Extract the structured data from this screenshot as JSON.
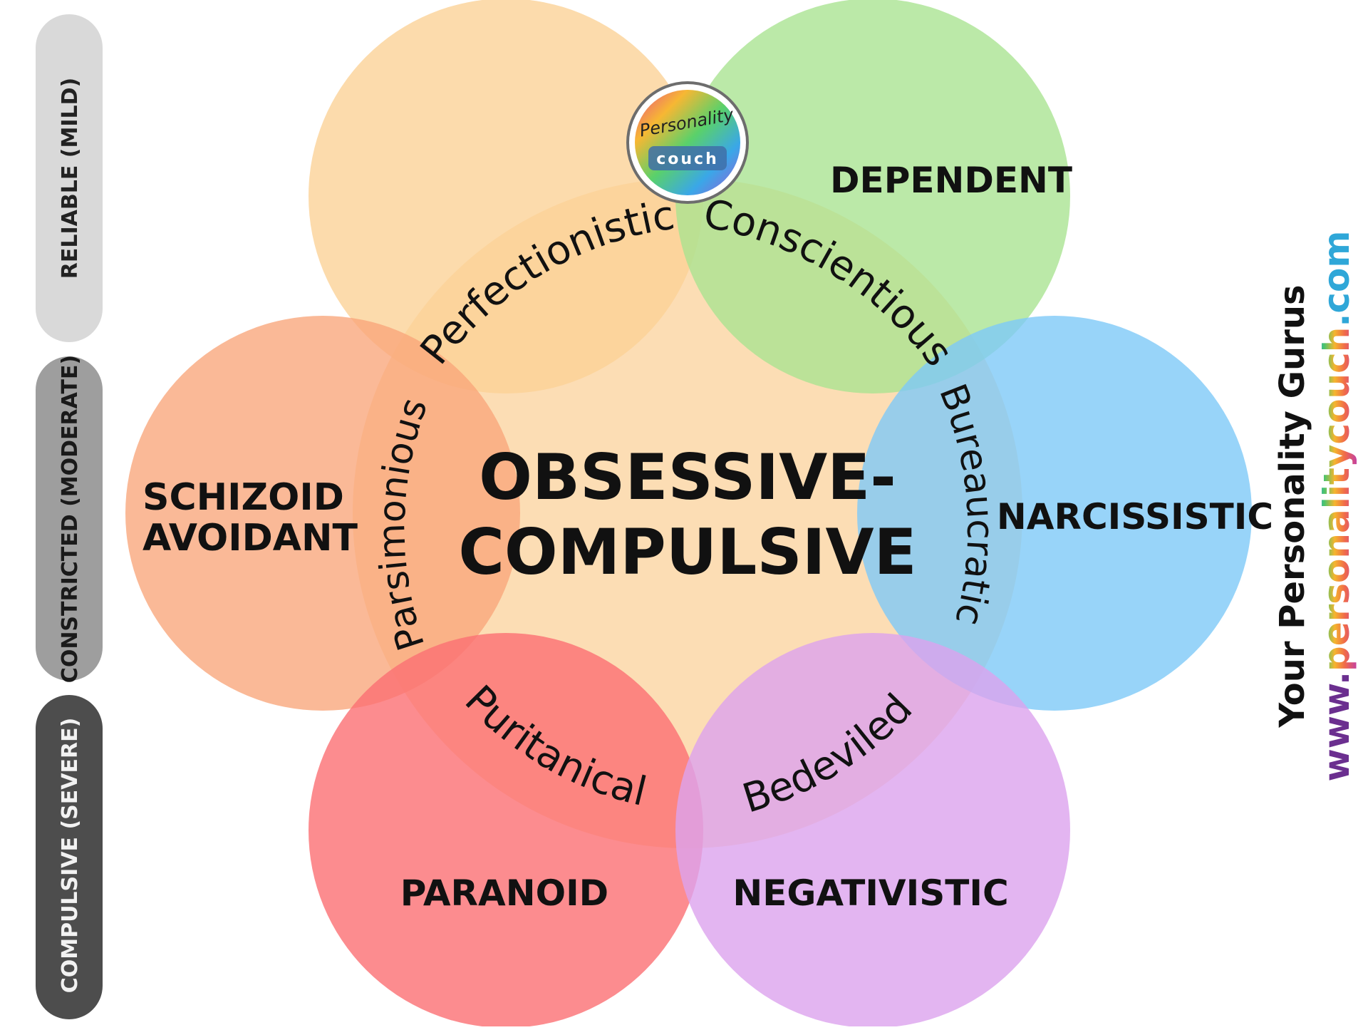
{
  "center": {
    "line1": "OBSESSIVE-",
    "line2": "COMPULSIVE"
  },
  "circles": {
    "dependent": {
      "label": "DEPENDENT",
      "color": "#a8e38f"
    },
    "narcissistic": {
      "label": "NARCISSISTIC",
      "color": "#7ec9f7"
    },
    "schizoid_avoidant": {
      "line1": "SCHIZOID",
      "line2": "AVOIDANT",
      "color": "#f9a57a"
    },
    "paranoid": {
      "label": "PARANOID",
      "color": "#fb6f73"
    },
    "negativistic": {
      "label": "NEGATIVISTIC",
      "color": "#dca2ee"
    },
    "top": {
      "color": "#fbd195"
    },
    "core": {
      "color": "#fbcb8c"
    }
  },
  "arc_labels": {
    "perfectionistic": "Perfectionistic",
    "conscientious": "Conscientious",
    "bureaucratic": "Bureaucratic",
    "parsimonious": "Parsimonious",
    "puritanical": "Puritanical",
    "bedeviled": "Bedeviled"
  },
  "severity_pills": [
    {
      "label": "RELIABLE (MILD)",
      "fill": "#d9d9d9",
      "text_color": "#222222"
    },
    {
      "label": "CONSTRICTED (MODERATE)",
      "fill": "#9e9e9e",
      "text_color": "#1a1a1a"
    },
    {
      "label": "COMPULSIVE (SEVERE)",
      "fill": "#4d4d4d",
      "text_color": "#f2f2f2"
    }
  ],
  "branding": {
    "tagline": "Your Personality Gurus",
    "url_prefix": "www.",
    "url_main": "personalitycouch",
    "url_suffix": ".com",
    "logo_top": "Personality",
    "logo_bottom": "couch"
  }
}
